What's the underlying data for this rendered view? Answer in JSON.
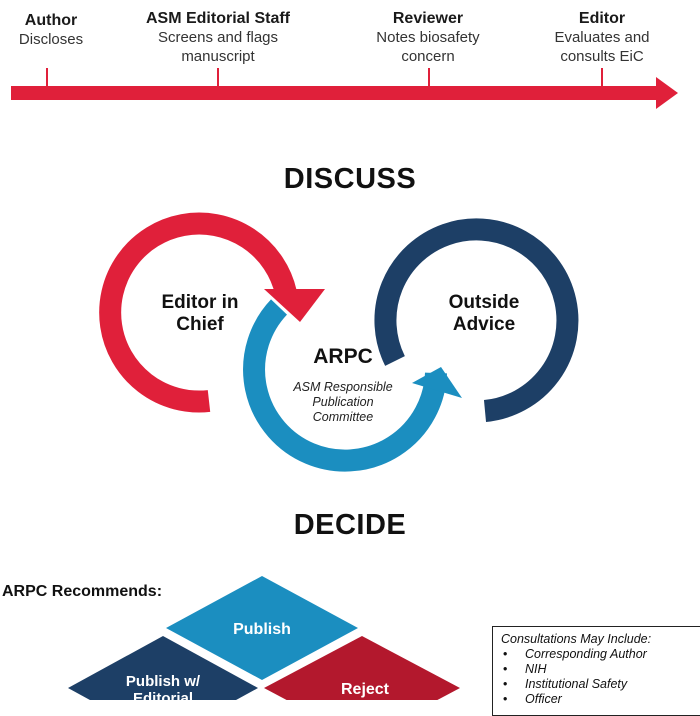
{
  "timeline": {
    "stages": [
      {
        "role": "Author",
        "desc": [
          "Discloses"
        ]
      },
      {
        "role": "ASM Editorial Staff",
        "desc": [
          "Screens and flags",
          "manuscript"
        ]
      },
      {
        "role": "Reviewer",
        "desc": [
          "Notes biosafety",
          "concern"
        ]
      },
      {
        "role": "Editor",
        "desc": [
          "Evaluates and",
          "consults EiC"
        ]
      }
    ]
  },
  "discuss": {
    "title": "DISCUSS",
    "nodes": {
      "editor_in_chief": [
        "Editor in",
        "Chief"
      ],
      "arpc": "ARPC",
      "arpc_full": [
        "ASM Responsible",
        "Publication",
        "Committee"
      ],
      "outside_advice": [
        "Outside",
        "Advice"
      ]
    }
  },
  "decide": {
    "title": "DECIDE",
    "recommends_label": "ARPC Recommends:",
    "options": {
      "publish": "Publish",
      "publish_edits": [
        "Publish w/",
        "Editorial"
      ],
      "reject": "Reject"
    }
  },
  "consultations": {
    "heading": "Consultations May Include:",
    "items": [
      "Corresponding Author",
      "NIH",
      "Institutional Safety",
      "Officer"
    ]
  },
  "colors": {
    "red": "#e0203a",
    "blue": "#1b8ec0",
    "navy": "#1d3f66",
    "dark_red": "#b3182d"
  }
}
